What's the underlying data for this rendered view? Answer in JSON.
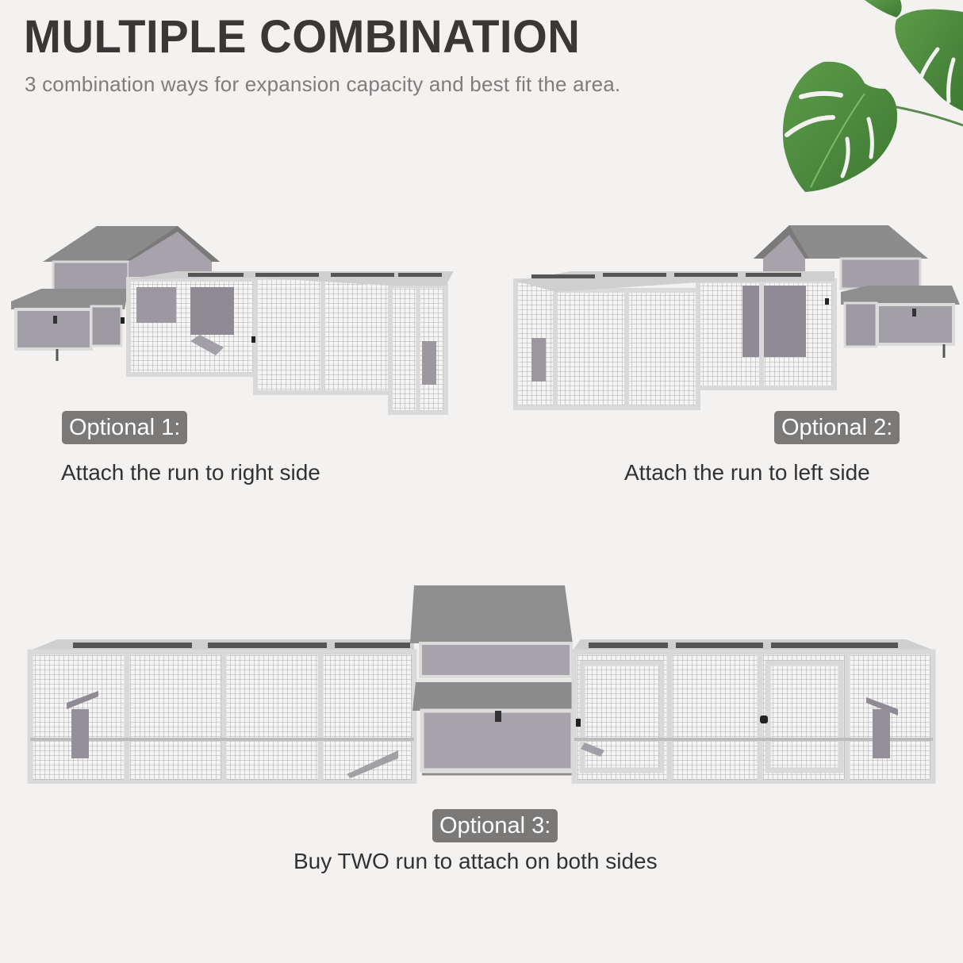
{
  "header": {
    "title": "MULTIPLE COMBINATION",
    "subtitle": "3 combination ways for expansion capacity and best fit the area."
  },
  "options": [
    {
      "badge": "Optional 1:",
      "caption": "Attach the run to right side",
      "illustration": "coop-with-run-right"
    },
    {
      "badge": "Optional 2:",
      "caption": "Attach the run to left side",
      "illustration": "coop-with-run-left"
    },
    {
      "badge": "Optional 3:",
      "caption": "Buy TWO run to attach on both sides",
      "illustration": "coop-with-runs-both-sides"
    }
  ],
  "decoration": {
    "icon": "monstera-leaf-icon"
  },
  "colors": {
    "background": "#f3f2f1",
    "title": "#3a3736",
    "subtitle": "#7f7d7c",
    "badge_bg": "#7a7978",
    "badge_text": "#ffffff",
    "caption": "#333232",
    "roof": "#8d8d8d",
    "wall": "#a39fa7",
    "frame": "#d9d9d9",
    "leaf": "#4a8a3c"
  }
}
